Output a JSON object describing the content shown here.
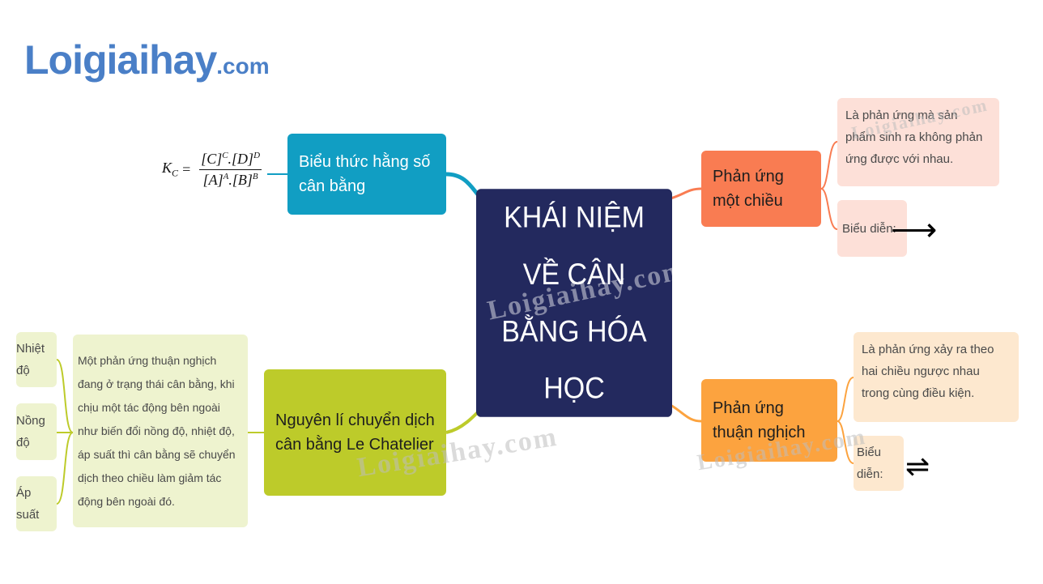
{
  "logo": {
    "main": "Loigiaihay",
    "tld": ".com"
  },
  "center": {
    "title": "KHÁI NIỆM VỀ CÂN BẰNG HÓA HỌC"
  },
  "nodes": {
    "bieu_thuc": "Biểu thức hằng số cân bằng",
    "mot_chieu": "Phản ứng một chiều",
    "thuan_nghich": "Phản ứng thuận nghịch",
    "nguyen_li": "Nguyên lí chuyển dịch cân bằng Le Chatelier"
  },
  "leaves": {
    "mot_chieu_desc": "Là phản ứng mà sản phẩm sinh ra không phản ứng được với nhau.",
    "mot_chieu_bd": "Biểu diễn:",
    "mot_chieu_symbol": "⟶",
    "thuan_nghich_desc": "Là phản ứng xảy ra theo hai chiều ngược nhau trong cùng điều kiện.",
    "thuan_nghich_bd": "Biểu diễn:",
    "thuan_nghich_symbol": "⇌",
    "le_chatelier": "Một phản ứng thuận nghịch đang ở trạng thái cân bằng, khi chịu một tác động bên ngoài như biến đổi nồng độ, nhiệt độ, áp suất thì cân bằng sẽ chuyển dịch theo chiều làm giảm tác động bên ngoài đó.",
    "factors": [
      "Nhiệt độ",
      "Nồng độ",
      "Áp suất"
    ]
  },
  "formula": {
    "lhs": "K",
    "lhs_sub": "C",
    "equals": "=",
    "num_c": "[C]",
    "num_c_exp": "C",
    "dot1": ".",
    "num_d": "[D]",
    "num_d_exp": "D",
    "den_a": "[A]",
    "den_a_exp": "A",
    "dot2": ".",
    "den_b": "[B]",
    "den_b_exp": "B"
  },
  "watermark": "Loigiaihay.com",
  "colors": {
    "center": "#23295e",
    "bieu_thuc": "#119ec3",
    "mot_chieu": "#f97c52",
    "thuan_nghich": "#fca33f",
    "nguyen_li": "#bdcb2a"
  }
}
